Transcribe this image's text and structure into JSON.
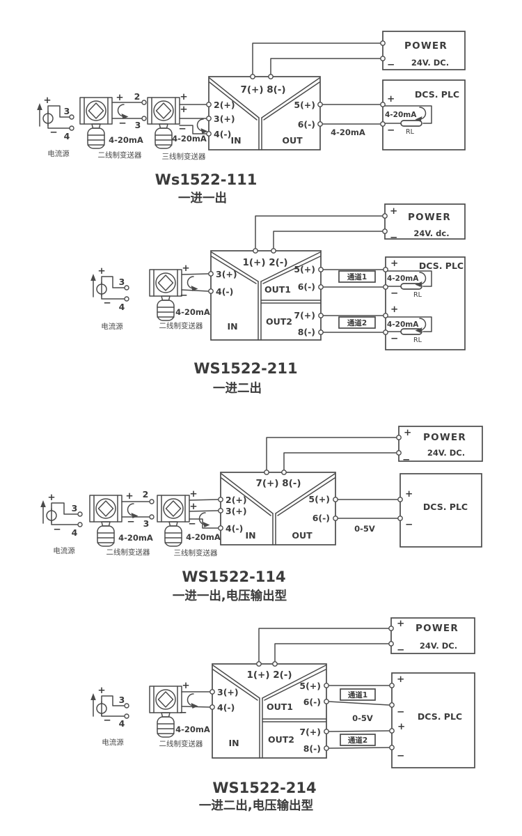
{
  "sections": [
    {
      "model": "Ws1522-111",
      "type_label": "一进一出",
      "power": {
        "title": "POWER",
        "voltage": "24V. DC.",
        "plus": "",
        "minus": "−"
      },
      "dcs": {
        "title": "DCS. PLC",
        "plus1": "+",
        "minus1": "−",
        "loop1": "4-20mA",
        "rl1": "RL"
      },
      "module": {
        "top": "7(+) 8(-)",
        "l1": "2(+)",
        "l2": "3(+)",
        "l3": "4(-)",
        "r1": "5(+)",
        "r2": "6(-)",
        "zone_in": "IN",
        "zone_out": "OUT"
      },
      "wire_labels": {
        "out": "4-20mA"
      },
      "source": {
        "plus": "+",
        "minus": "−",
        "n1": "3",
        "n2": "4",
        "label": "电流源"
      },
      "tx2": {
        "plus": "+",
        "minus": "−",
        "n1": "2",
        "n2": "3",
        "signal": "4-20mA",
        "label": "二线制变送器"
      },
      "tx3": {
        "plus1": "+",
        "plus2": "+",
        "minus": "−",
        "signal": "4-20mA",
        "label": "三线制变送器"
      }
    },
    {
      "model": "WS1522-211",
      "type_label": "一进二出",
      "power": {
        "title": "POWER",
        "voltage": "24V. dc.",
        "plus": "+",
        "minus": "−"
      },
      "dcs": {
        "title": "DCS. PLC",
        "plus1": "+",
        "minus1": "−",
        "plus2": "+",
        "minus2": "−",
        "loop1": "4-20mA",
        "rl1": "RL",
        "loop2": "4-20mA",
        "rl2": "RL"
      },
      "module": {
        "top": "1(+) 2(-)",
        "l1": "3(+)",
        "l2": "4(-)",
        "r1": "5(+)",
        "r2": "6(-)",
        "r3": "7(+)",
        "r4": "8(-)",
        "zone_in": "IN",
        "zone_out1": "OUT1",
        "zone_out2": "OUT2"
      },
      "wire_labels": {
        "ch1": "通道1",
        "ch2": "通道2"
      },
      "source": {
        "plus": "+",
        "minus": "−",
        "n1": "3",
        "n2": "4",
        "label": "电流源"
      },
      "tx2": {
        "plus": "+",
        "minus": "−",
        "signal": "4-20mA",
        "label": "二线制变送器"
      }
    },
    {
      "model": "WS1522-114",
      "type_label": "一进一出,电压输出型",
      "power": {
        "title": "POWER",
        "voltage": "24V. DC.",
        "plus": "+",
        "minus": "−"
      },
      "dcs": {
        "title": "DCS. PLC",
        "plus1": "+",
        "minus1": "−"
      },
      "module": {
        "top": "7(+) 8(-)",
        "l1": "2(+)",
        "l2": "3(+)",
        "l3": "4(-)",
        "r1": "5(+)",
        "r2": "6(-)",
        "zone_in": "IN",
        "zone_out": "OUT"
      },
      "wire_labels": {
        "out": "0-5V"
      },
      "source": {
        "plus": "+",
        "minus": "−",
        "n1": "3",
        "n2": "4",
        "label": "电流源"
      },
      "tx2": {
        "plus": "+",
        "minus": "−",
        "n1": "2",
        "n2": "3",
        "signal": "4-20mA",
        "label": "二线制变送器"
      },
      "tx3": {
        "plus1": "+",
        "plus2": "+",
        "minus": "−",
        "signal": "4-20mA",
        "label": "三线制变送器"
      }
    },
    {
      "model": "WS1522-214",
      "type_label": "一进二出,电压输出型",
      "power": {
        "title": "POWER",
        "voltage": "24V. DC.",
        "plus": "+",
        "minus": "−"
      },
      "dcs": {
        "title": "DCS. PLC",
        "plus1": "+",
        "minus1": "−",
        "plus2": "+",
        "minus2": "−"
      },
      "module": {
        "top": "1(+) 2(-)",
        "l1": "3(+)",
        "l2": "4(-)",
        "r1": "5(+)",
        "r2": "6(-)",
        "r3": "7(+)",
        "r4": "8(-)",
        "zone_in": "IN",
        "zone_out1": "OUT1",
        "zone_out2": "OUT2"
      },
      "wire_labels": {
        "ch1": "通道1",
        "mid": "0-5V",
        "ch2": "通道2"
      },
      "source": {
        "plus": "+",
        "minus": "−",
        "n1": "3",
        "n2": "4",
        "label": "电流源"
      },
      "tx2": {
        "plus": "+",
        "minus": "−",
        "signal": "4-20mA",
        "label": "二线制变送器"
      }
    }
  ]
}
